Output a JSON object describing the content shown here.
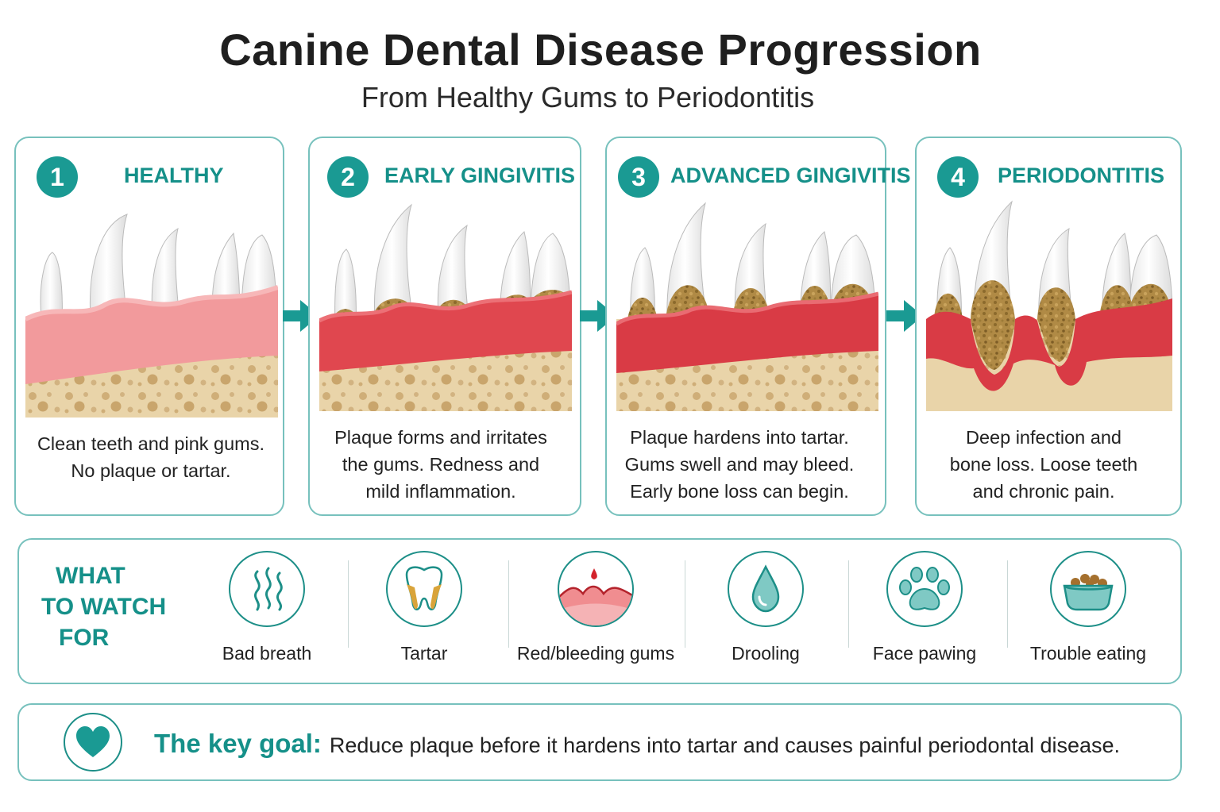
{
  "header": {
    "title": "Canine Dental Disease Progression",
    "subtitle": "From Healthy Gums to Periodontitis"
  },
  "stages": [
    {
      "number": "1",
      "title": "HEALTHY",
      "description_lines": [
        "Clean teeth and pink gums.",
        "No plaque or tartar."
      ]
    },
    {
      "number": "2",
      "title": "EARLY GINGIVITIS",
      "description_lines": [
        "Plaque forms and irritates",
        "the gums. Redness and",
        "mild inflammation."
      ]
    },
    {
      "number": "3",
      "title": "ADVANCED GINGIVITIS",
      "description_lines": [
        "Plaque hardens into tartar.",
        "Gums swell and may bleed.",
        "Early bone loss can begin."
      ]
    },
    {
      "number": "4",
      "title": "PERIODONTITIS",
      "description_lines": [
        "Deep infection and",
        "bone loss. Loose teeth",
        "and chronic pain."
      ]
    }
  ],
  "watch": {
    "title_lines": [
      "WHAT",
      "TO WATCH",
      "FOR"
    ],
    "symptoms": [
      {
        "label": "Bad breath",
        "icon": "breath-waves-icon"
      },
      {
        "label": "Tartar",
        "icon": "tooth-tartar-icon"
      },
      {
        "label": "Red/bleeding gums",
        "icon": "bleeding-gum-icon"
      },
      {
        "label": "Drooling",
        "icon": "droplet-icon"
      },
      {
        "label": "Face pawing",
        "icon": "paw-icon"
      },
      {
        "label": "Trouble eating",
        "icon": "food-bowl-icon"
      }
    ]
  },
  "goal": {
    "label": "The key goal:",
    "text": "Reduce plaque before it hardens into tartar and causes painful periodontal disease.",
    "icon": "heart-icon"
  },
  "colors": {
    "teal": "#1a9a93",
    "teal_border": "#77c1bd",
    "healthy_gum": "#f29a9c",
    "inflamed_gum": "#e0474f",
    "bone": "#e8d3a8",
    "tartar": "#a77f3a",
    "tooth": "#ffffff"
  }
}
